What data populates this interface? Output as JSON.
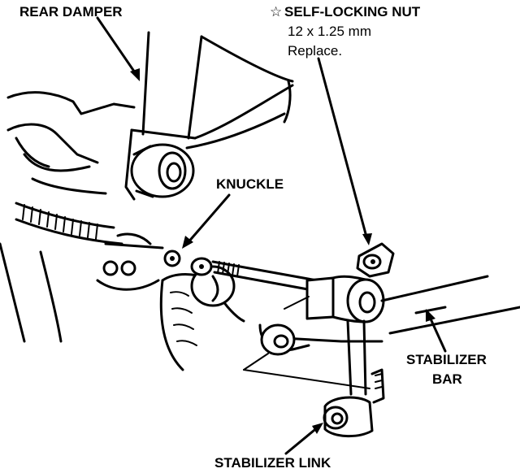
{
  "labels": {
    "rear_damper": "REAR DAMPER",
    "self_locking_nut": "SELF-LOCKING NUT",
    "nut_star": "☆",
    "nut_size": "12 x 1.25 mm",
    "nut_note": "Replace.",
    "knuckle": "KNUCKLE",
    "stabilizer_bar_line1": "STABILIZER",
    "stabilizer_bar_line2": "BAR",
    "stabilizer_link": "STABILIZER LINK"
  }
}
